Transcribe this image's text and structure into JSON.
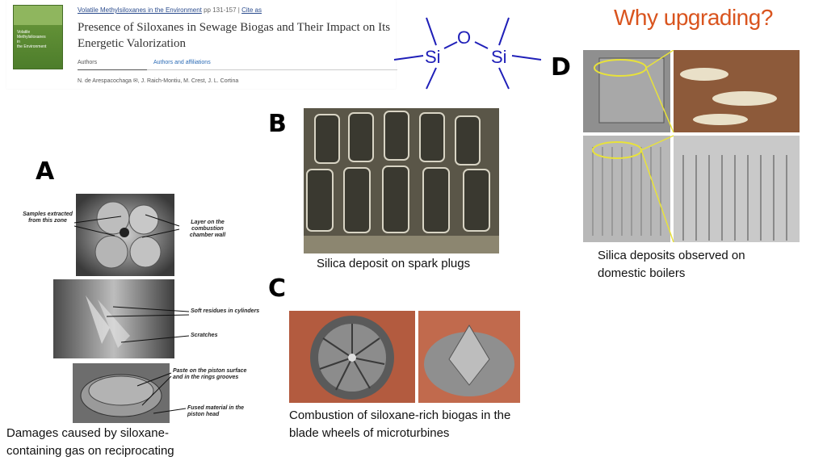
{
  "slide_title": "Why upgrading?",
  "reference": {
    "series_link": "Volatile Methylsiloxanes in the Environment",
    "pages": "pp 131-157",
    "cite": "Cite as",
    "title": "Presence of Siloxanes in Sewage Biogas and Their Impact on Its Energetic Valorization",
    "tab_authors": "Authors",
    "tab_affiliations": "Authors and affiliations",
    "author_first": "N. de Arespacochaga",
    "authors_rest": ", J. Raich-Montiu, M. Crest, J. L. Cortina",
    "cover_text": "Volatile\nMethylsiloxanes\nin\nthe Environment"
  },
  "molecule": {
    "atom_si_left": "Si",
    "atom_o": "O",
    "atom_si_right": "Si",
    "color": "#1f1fb8"
  },
  "panels": {
    "a": {
      "letter": "A",
      "ann_samples": "Samples extracted from this zone",
      "ann_layer": "Layer on the combustion chamber wall",
      "ann_soft": "Soft residues in cylinders",
      "ann_scratches": "Scratches",
      "ann_paste": "Paste on the piston surface and in the rings grooves",
      "ann_fused": "Fused material in the piston head",
      "caption": "Damages caused by siloxane-containing gas on reciprocating"
    },
    "b": {
      "letter": "B",
      "caption": "Silica deposit on spark plugs"
    },
    "c": {
      "letter": "C",
      "caption": "Combustion of siloxane-rich biogas in the blade wheels of microturbines"
    },
    "d": {
      "letter": "D",
      "caption": "Silica deposits observed on domestic boilers"
    }
  },
  "colors": {
    "title": "#d9541e",
    "highlight": "#e8e23a"
  }
}
